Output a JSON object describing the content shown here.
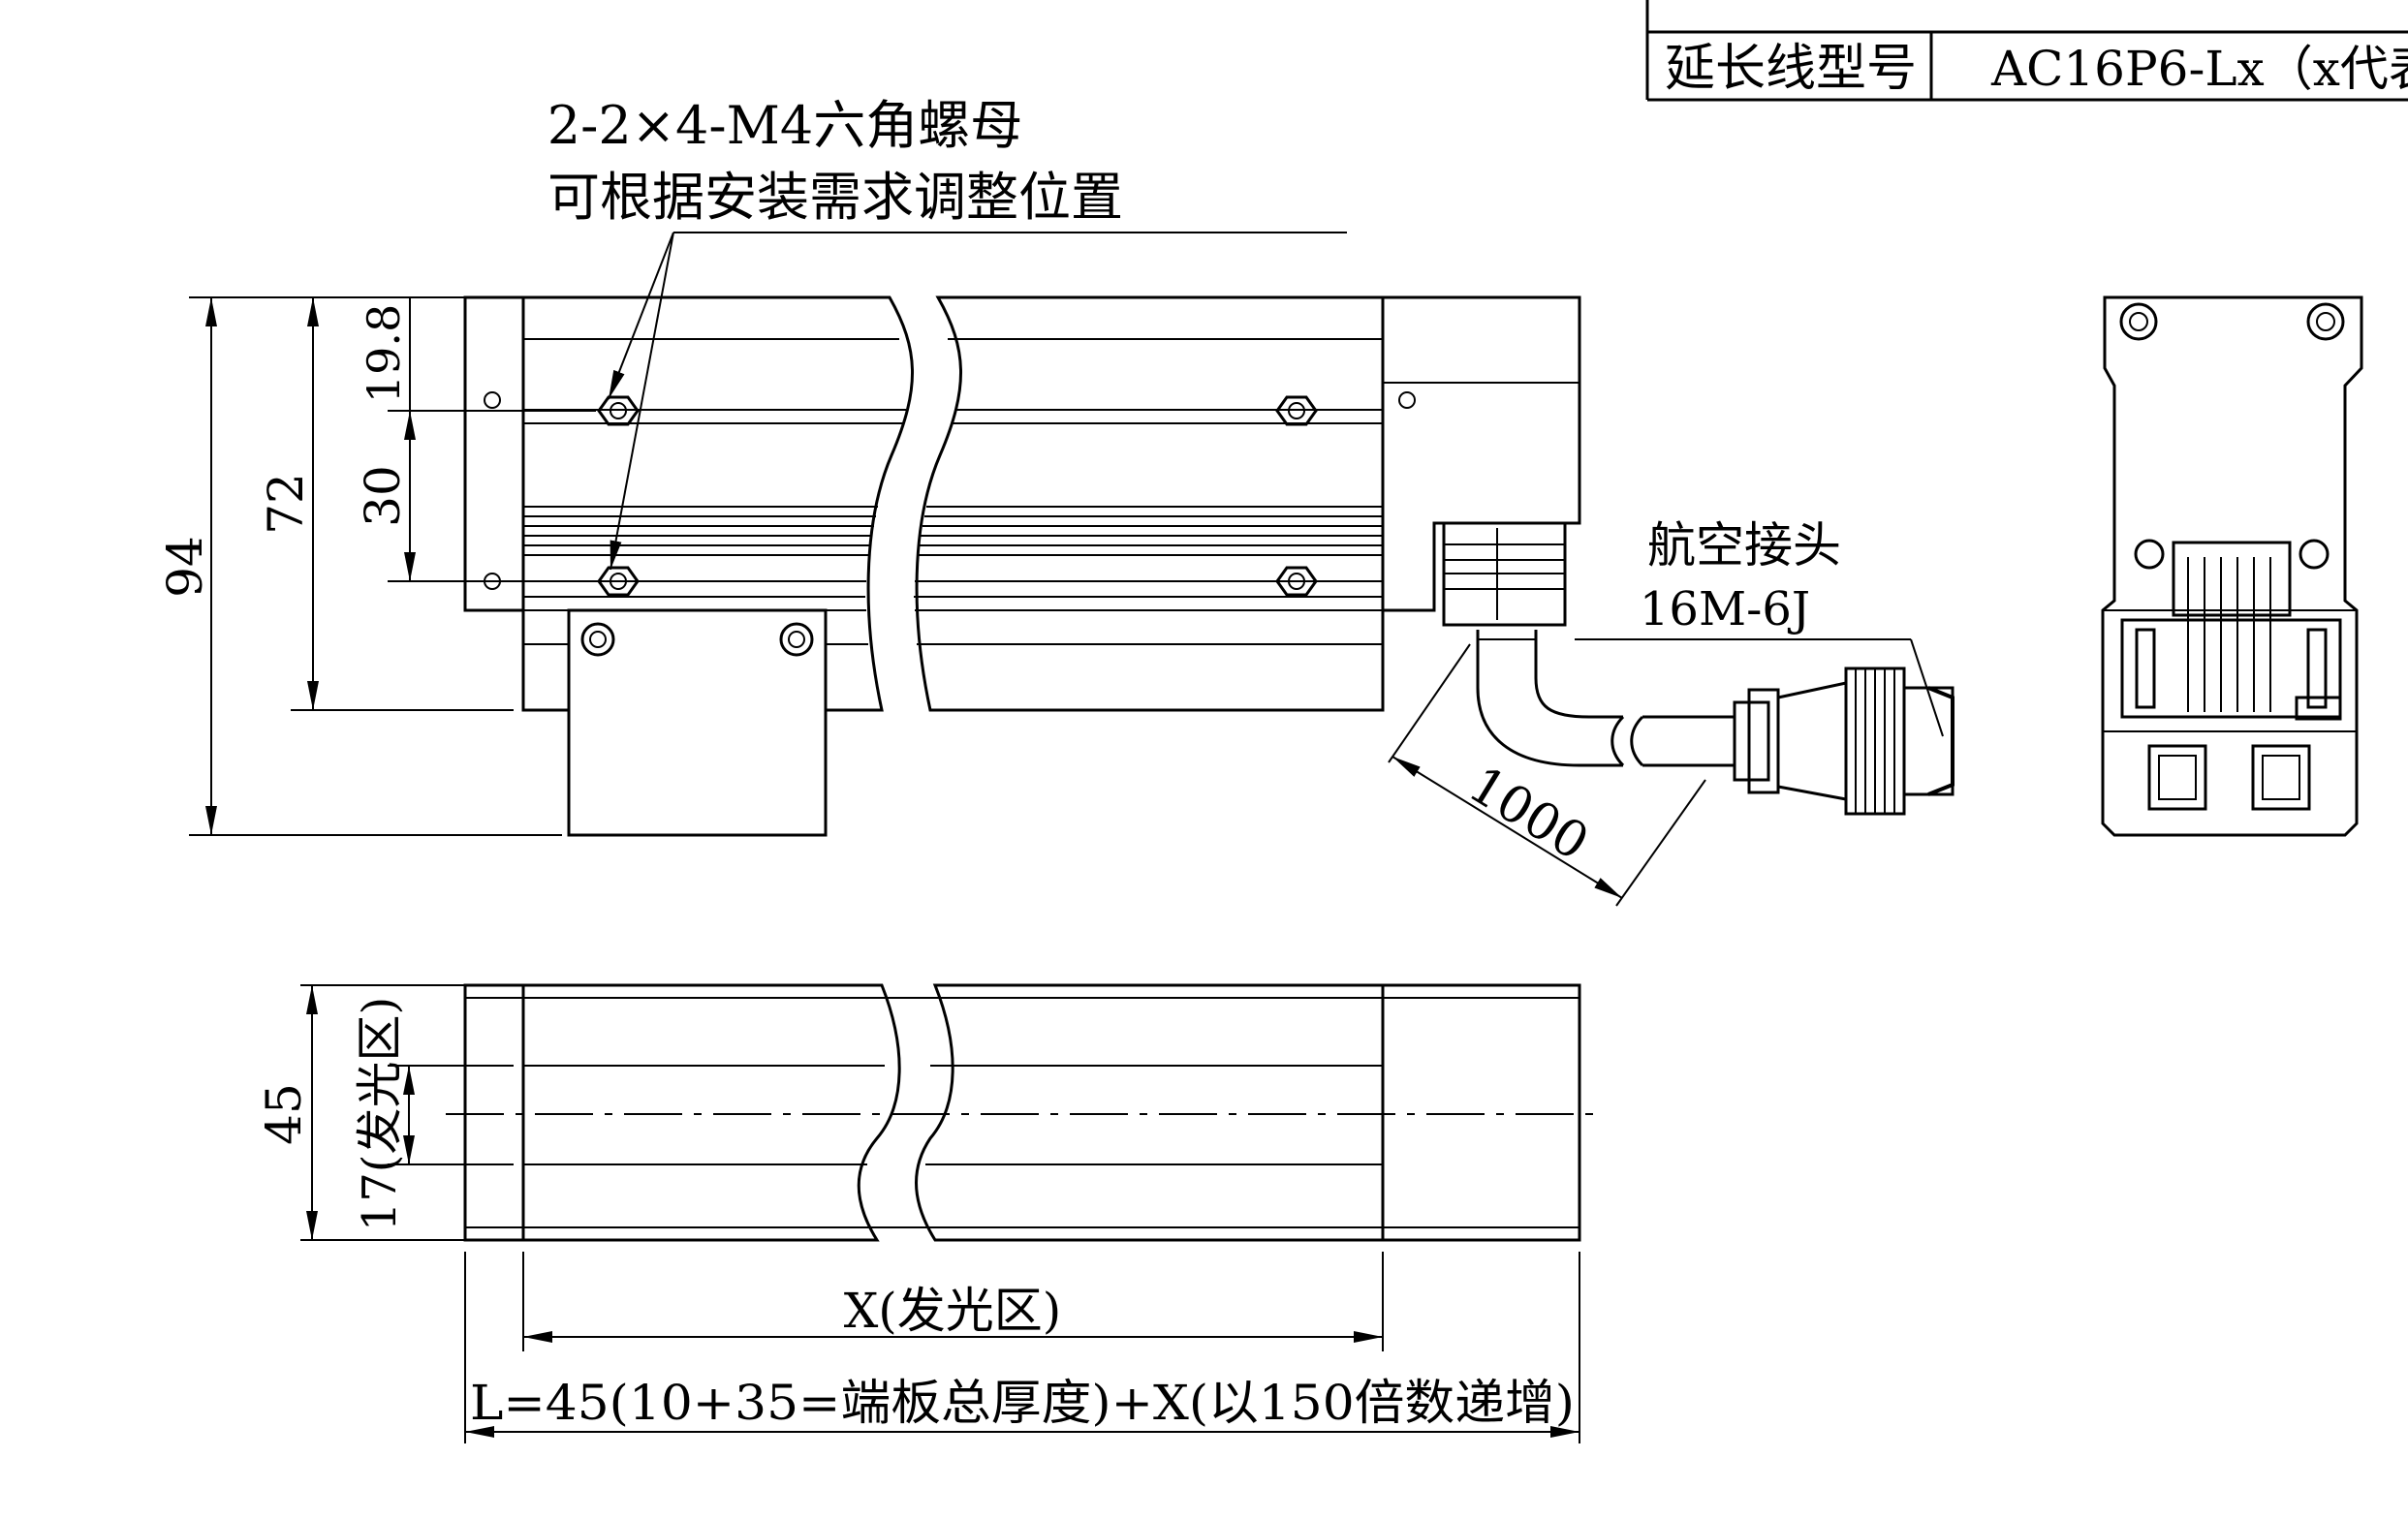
{
  "header_table": {
    "label": "延长线型号",
    "value": "AC16P6-Lx（x代表"
  },
  "callouts": {
    "nut_line1": "2-2×4-M4六角螺母",
    "nut_line2": "可根据安装需求调整位置",
    "connector_line1": "航空接头",
    "connector_line2": "16M-6J"
  },
  "dimensions": {
    "overall_height": "94",
    "body_height": "72",
    "top_offset": "19.8",
    "hole_spacing": "30",
    "cable_length": "1000",
    "width": "45",
    "emit_width": "17(发光区)",
    "emit_length": "X(发光区)",
    "total_length": "L=45(10+35=端板总厚度)+X(以150倍数递增)"
  }
}
